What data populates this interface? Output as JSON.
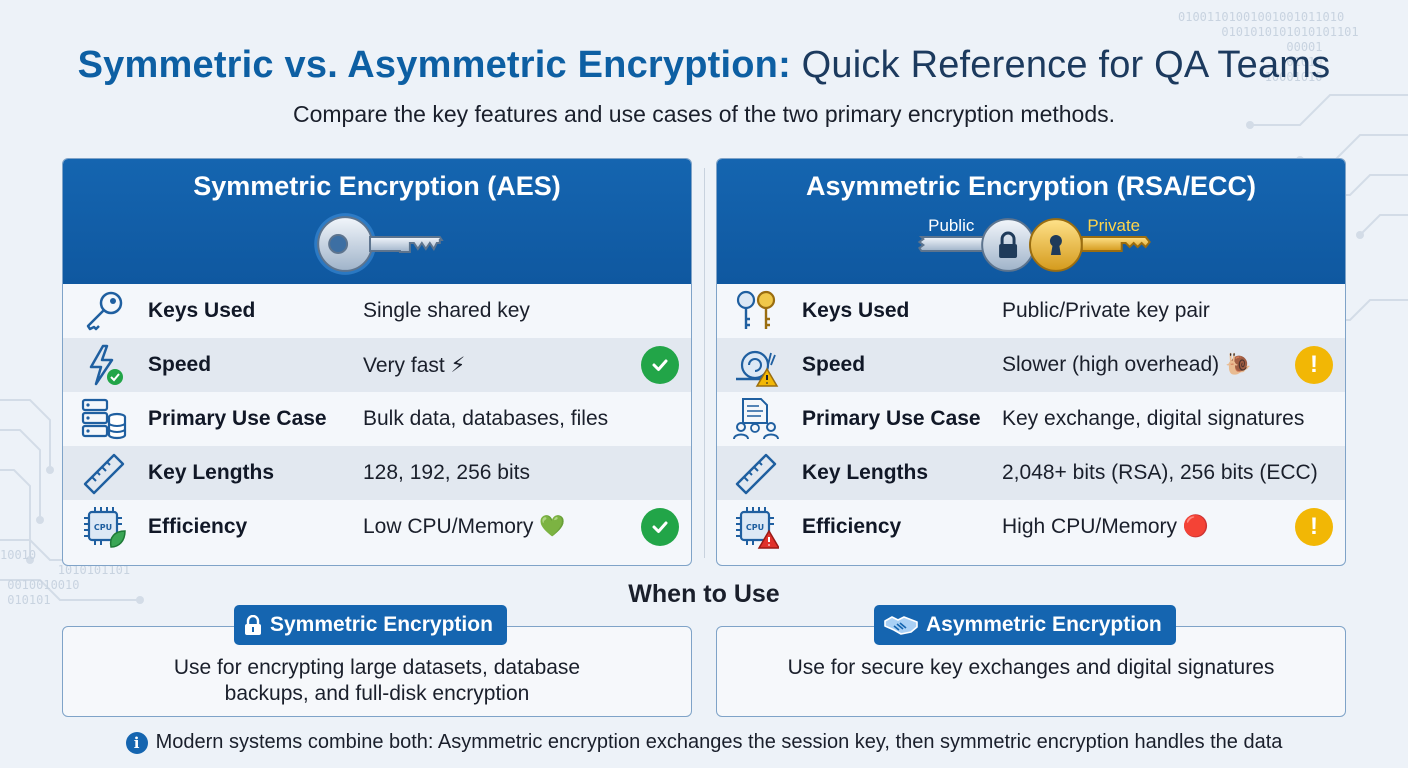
{
  "header": {
    "title_part1": "Symmetric vs. Asymmetric Encryption:",
    "title_part2": " Quick Reference for QA Teams",
    "subtitle": "Compare the key features and use cases of the two primary encryption methods."
  },
  "symmetric": {
    "title": "Symmetric Encryption (AES)",
    "rows": [
      {
        "label": "Keys Used",
        "value": "Single shared key",
        "icon": "key-icon"
      },
      {
        "label": "Speed",
        "value": "Very fast ⚡",
        "icon": "lightning-check-icon",
        "badge": "check"
      },
      {
        "label": "Primary Use Case",
        "value": "Bulk data, databases, files",
        "icon": "database-server-icon"
      },
      {
        "label": "Key Lengths",
        "value": "128, 192, 256 bits",
        "icon": "ruler-icon"
      },
      {
        "label": "Efficiency",
        "value": "Low CPU/Memory 💚",
        "icon": "cpu-leaf-icon",
        "badge": "check"
      }
    ]
  },
  "asymmetric": {
    "title": "Asymmetric Encryption (RSA/ECC)",
    "public_label": "Public",
    "private_label": "Private",
    "rows": [
      {
        "label": "Keys Used",
        "value": "Public/Private key pair",
        "icon": "key-pair-icon"
      },
      {
        "label": "Speed",
        "value": "Slower (high overhead) 🐌",
        "icon": "snail-warning-icon",
        "badge": "warn"
      },
      {
        "label": "Primary Use Case",
        "value": "Key exchange, digital signatures",
        "icon": "document-signature-icon"
      },
      {
        "label": "Key Lengths",
        "value": "2,048+ bits (RSA), 256 bits (ECC)",
        "icon": "ruler-icon"
      },
      {
        "label": "Efficiency",
        "value": "High CPU/Memory 🔴",
        "icon": "cpu-warning-icon",
        "badge": "warn"
      }
    ]
  },
  "when_to_use": {
    "title": "When to Use",
    "symmetric_tag": "Symmetric Encryption",
    "symmetric_text": "Use for encrypting large datasets, database backups, and full-disk encryption",
    "asymmetric_tag": "Asymmetric Encryption",
    "asymmetric_text": "Use for secure key exchanges and digital signatures"
  },
  "footer": {
    "note": "Modern systems combine both: Asymmetric encryption exchanges the session key, then symmetric encryption handles the data"
  },
  "colors": {
    "primary_blue": "#1565b0",
    "title_blue": "#0d5fa3",
    "success_green": "#22a548",
    "warning_yellow": "#f2b705",
    "gold_key": "#e3b63a"
  }
}
